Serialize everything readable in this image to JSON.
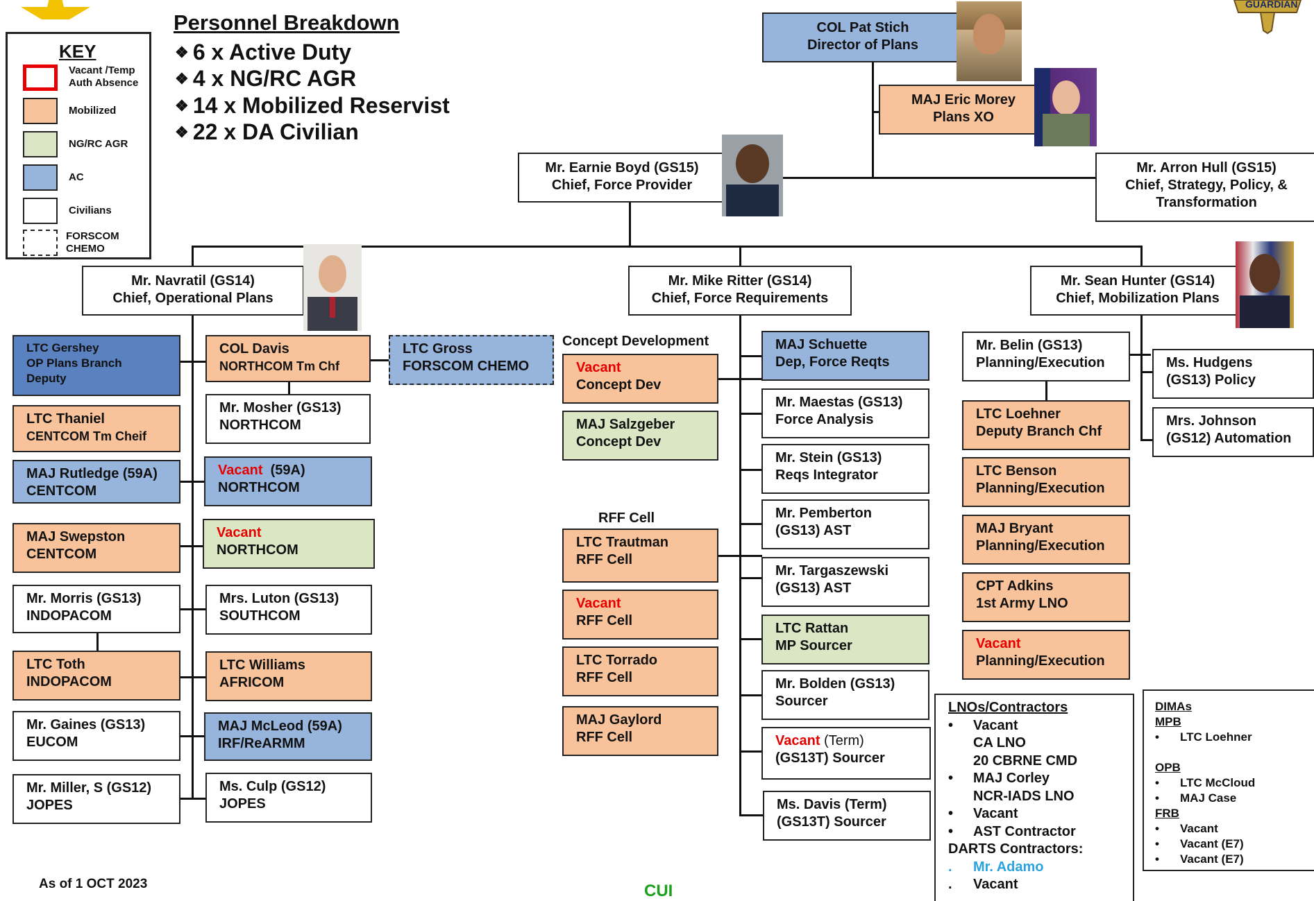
{
  "breakdown": {
    "title": "Personnel Breakdown",
    "items": [
      "6 x Active Duty",
      "4 x NG/RC AGR",
      "14 x Mobilized Reservist",
      "22 x DA Civilian"
    ]
  },
  "key": {
    "title": "KEY",
    "items": [
      "Vacant /Temp Auth Absence",
      "Mobilized",
      "NG/RC AGR",
      "AC",
      "Civilians",
      "FORSCOM CHEMO"
    ]
  },
  "colors": {
    "ac": "#96b4dc",
    "ac_dark": "#5a82c0",
    "mobilized": "#f8c39a",
    "ng": "#dbe7c4",
    "civilian": "#ffffff",
    "vacant_text": "#e60000",
    "lno_link": "#2aa3e0"
  },
  "top": {
    "director": [
      "COL Pat Stich",
      "Director of Plans"
    ],
    "xo": [
      "MAJ Eric Morey",
      "Plans XO"
    ],
    "force_provider": [
      "Mr. Earnie Boyd (GS15)",
      "Chief, Force Provider"
    ],
    "strategy": [
      "Mr. Arron Hull (GS15)",
      "Chief, Strategy, Policy, &",
      "Transformation"
    ]
  },
  "chiefs": {
    "ops": [
      "Mr. Navratil (GS14)",
      "Chief, Operational Plans"
    ],
    "reqs": [
      "Mr. Mike Ritter (GS14)",
      "Chief, Force Requirements"
    ],
    "mob": [
      "Mr. Sean Hunter (GS14)",
      "Chief, Mobilization Plans"
    ]
  },
  "ops_left": [
    [
      "LTC Gershey",
      "OP Plans Branch",
      "Deputy"
    ],
    [
      "LTC Thaniel",
      "CENTCOM Tm Cheif"
    ],
    [
      "MAJ Rutledge (59A)",
      "CENTCOM"
    ],
    [
      "MAJ Swepston",
      "CENTCOM"
    ],
    [
      "Mr. Morris (GS13)",
      "INDOPACOM"
    ],
    [
      "LTC Toth",
      "INDOPACOM"
    ],
    [
      "Mr. Gaines (GS13)",
      "EUCOM"
    ],
    [
      "Mr. Miller, S (GS12)",
      "JOPES"
    ]
  ],
  "ops_right": {
    "davis": [
      "COL Davis",
      "NORTHCOM Tm Chf"
    ],
    "mosher": [
      "Mr. Mosher (GS13)",
      "NORTHCOM"
    ],
    "vacant_59a": [
      "Vacant",
      "(59A)",
      "NORTHCOM"
    ],
    "vacant_ng": [
      "Vacant",
      "NORTHCOM"
    ],
    "luton": [
      "Mrs. Luton (GS13)",
      "SOUTHCOM"
    ],
    "williams": [
      "LTC Williams",
      "AFRICOM"
    ],
    "mcleod": [
      "MAJ McLeod (59A)",
      "IRF/ReARMM"
    ],
    "culp": [
      "Ms. Culp (GS12)",
      "JOPES"
    ]
  },
  "gross": [
    "LTC Gross",
    "FORSCOM CHEMO"
  ],
  "concept": {
    "title": "Concept Development",
    "vacant": [
      "Vacant",
      "Concept Dev"
    ],
    "salzgeber": [
      "MAJ Salzgeber",
      "Concept Dev"
    ]
  },
  "rff": {
    "title": "RFF Cell",
    "trautman": [
      "LTC Trautman",
      "RFF Cell"
    ],
    "vacant": [
      "Vacant",
      "RFF Cell"
    ],
    "torrado": [
      "LTC Torrado",
      "RFF Cell"
    ],
    "gaylord": [
      "MAJ Gaylord",
      "RFF Cell"
    ]
  },
  "reqs": {
    "schuette": [
      "MAJ Schuette",
      "Dep, Force Reqts"
    ],
    "maestas": [
      "Mr. Maestas (GS13)",
      "Force Analysis"
    ],
    "stein": [
      "Mr. Stein (GS13)",
      "Reqs Integrator"
    ],
    "pemberton": [
      "Mr. Pemberton",
      "(GS13) AST"
    ],
    "targaszewski": [
      "Mr. Targaszewski",
      "(GS13) AST"
    ],
    "rattan": [
      "LTC Rattan",
      "MP Sourcer"
    ],
    "bolden": [
      "Mr. Bolden (GS13)",
      "Sourcer"
    ],
    "vacant_term": [
      "Vacant",
      " (Term)",
      "(GS13T) Sourcer"
    ],
    "davis_term": [
      "Ms. Davis (Term)",
      "(GS13T) Sourcer"
    ]
  },
  "mob": {
    "belin": [
      "Mr. Belin (GS13)",
      "Planning/Execution"
    ],
    "loehner": [
      "LTC Loehner",
      "Deputy Branch Chf"
    ],
    "benson": [
      "LTC Benson",
      "Planning/Execution"
    ],
    "bryant": [
      "MAJ Bryant",
      "Planning/Execution"
    ],
    "adkins": [
      "CPT Adkins",
      "1st Army LNO"
    ],
    "vacant": [
      "Vacant",
      "Planning/Execution"
    ],
    "hudgens": [
      "Ms. Hudgens",
      "(GS13) Policy"
    ],
    "johnson": [
      "Mrs. Johnson",
      "(GS12) Automation"
    ]
  },
  "lnos": {
    "title": "LNOs/Contractors",
    "b1": [
      "Vacant",
      "CA LNO",
      "20 CBRNE CMD"
    ],
    "b2": [
      "MAJ Corley",
      "NCR-IADS LNO"
    ],
    "b3": "Vacant",
    "b4": "AST Contractor",
    "darts": "DARTS Contractors:",
    "adamo": "Mr. Adamo",
    "darts_vacant": "Vacant"
  },
  "dimas": {
    "title": "DIMAs",
    "mpb": "MPB",
    "mpb_items": [
      "LTC Loehner"
    ],
    "opb": "OPB",
    "opb_items": [
      "LTC McCloud",
      "MAJ Case"
    ],
    "frb": "FRB",
    "frb_items": [
      "Vacant",
      "Vacant (E7)",
      "Vacant (E7)"
    ]
  },
  "footer": {
    "asof": "As of 1 OCT 2023",
    "cui": "CUI",
    "guardian": "GUARDIAN"
  }
}
